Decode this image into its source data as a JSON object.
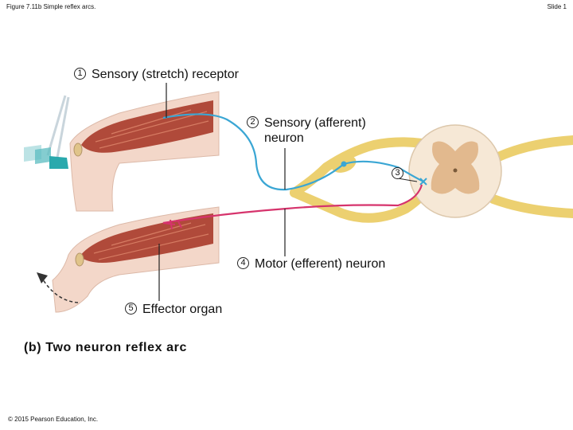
{
  "header": {
    "figure_title": "Figure 7.11b Simple reflex arcs.",
    "slide_label": "Slide 1"
  },
  "callouts": [
    {
      "number": "1",
      "label": "Sensory (stretch) receptor"
    },
    {
      "number": "2",
      "label_line1": "Sensory (afferent)",
      "label_line2": "neuron"
    },
    {
      "number": "3"
    },
    {
      "number": "4",
      "label": "Motor (efferent) neuron"
    },
    {
      "number": "5",
      "label": "Effector organ"
    }
  ],
  "caption": "(b) Two neuron reflex arc",
  "footer": {
    "copyright": "© 2015 Pearson Education, Inc."
  },
  "colors": {
    "sensory_neuron": "#3aa6d4",
    "motor_neuron": "#d6336c",
    "muscle": "#b04a3a",
    "skin": "#f3d7c9",
    "nerve": "#ecd070",
    "spinal_white": "#f6e8d6",
    "spinal_gray": "#e2b98e",
    "hammer": "#2aa9ad"
  }
}
